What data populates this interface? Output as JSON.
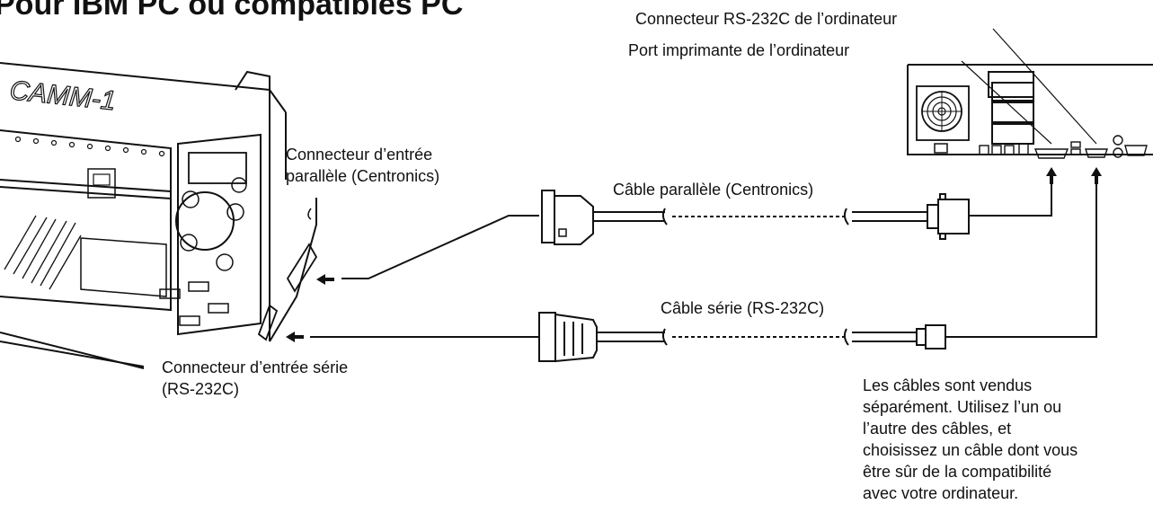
{
  "title": "Pour IBM PC ou compatibles PC",
  "brand": "CAMM-1",
  "labels": {
    "rs232_port": "Connecteur RS-232C de l’ordinateur",
    "printer_port": "Port imprimante de l’ordinateur",
    "parallel_input_line1": "Connecteur d’entrée",
    "parallel_input_line2": "parallèle (Centronics)",
    "serial_input_line1": "Connecteur d’entrée série",
    "serial_input_line2": "(RS-232C)",
    "parallel_cable": "Câble parallèle (Centronics)",
    "serial_cable": "Câble série (RS-232C)",
    "note_lines": [
      "Les câbles sont vendus",
      "séparément. Utilisez l’un ou",
      "l’autre des câbles, et",
      "choisissez un câble dont vous",
      "être sûr de la compatibilité",
      "avec votre ordinateur."
    ]
  }
}
